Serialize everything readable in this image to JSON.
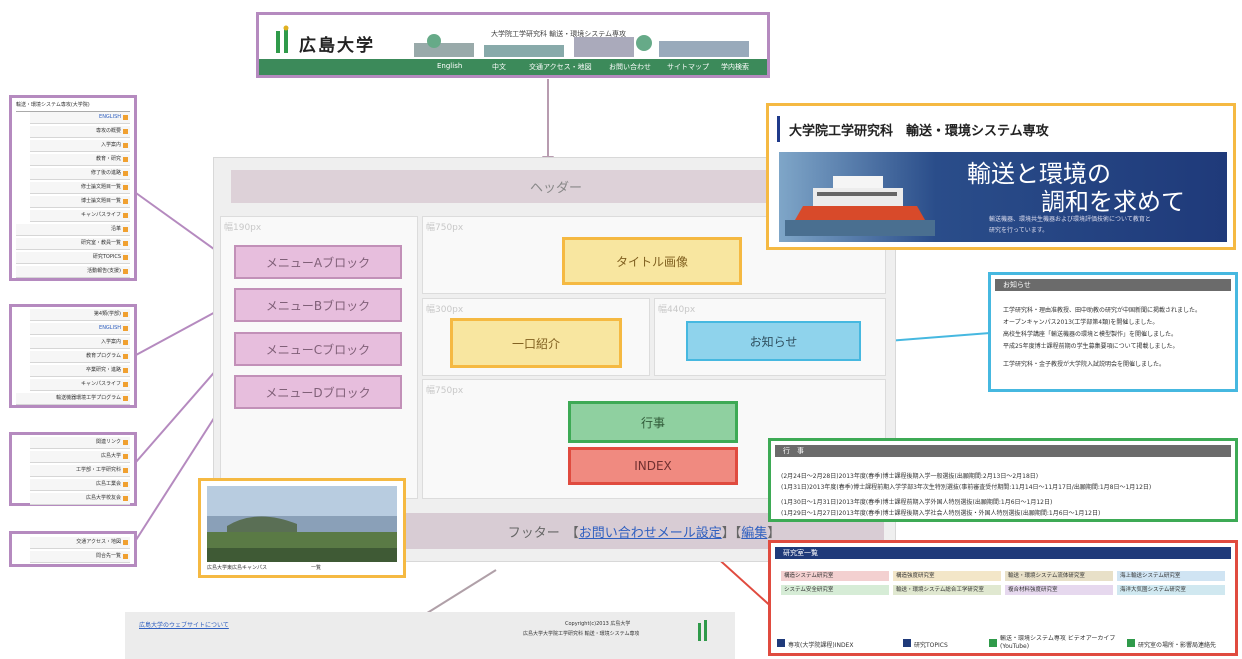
{
  "header_shot": {
    "university": "広島大学",
    "department": "大学院工学研究科 輸送・環境システム専攻",
    "nav": [
      "English",
      "中文",
      "交通アクセス・地図",
      "お問い合わせ",
      "サイトマップ",
      "学内検索"
    ]
  },
  "wireframe": {
    "header": "ヘッダー",
    "widths": {
      "left": "幅190px",
      "title": "幅750px",
      "intro": "幅300px",
      "news": "幅440px",
      "bottom": "幅750px"
    },
    "menus": [
      "メニューAブロック",
      "メニューBブロック",
      "メニューCブロック",
      "メニューDブロック"
    ],
    "title_image": "タイトル画像",
    "intro": "一口紹介",
    "news": "お知らせ",
    "events": "行事",
    "index": "INDEX",
    "footer_prefix": "フッター",
    "footer_link1": "お問い合わせメール設定",
    "footer_link2": "編集",
    "footer_bracket_open": "【",
    "footer_bracket_mid": "】【",
    "footer_bracket_close": "】"
  },
  "menu_a": {
    "title": "輸送・環境システム専攻(大学院)",
    "items": [
      "ENGLISH",
      "専攻の概要",
      "入学案内",
      "教育・研究",
      "修了後の進路",
      "修士論文題目一覧",
      "博士論文題目一覧",
      "キャンパスライフ",
      "沿革",
      "研究室・教員一覧",
      "研究TOPICS",
      "活動報告(支援)"
    ]
  },
  "menu_b": {
    "title": "第4類(学部)",
    "items": [
      "ENGLISH",
      "入学案内",
      "教育プログラム",
      "卒業研究・進路",
      "キャンパスライフ",
      "輸送機器環境工学プログラム"
    ]
  },
  "menu_c": {
    "title": "関連リンク",
    "items": [
      "広島大学",
      "工学部・工学研究科",
      "広島工業会",
      "広島大学校友会"
    ]
  },
  "menu_d": {
    "items": [
      "交通アクセス・地図",
      "問合先一覧"
    ]
  },
  "title_shot": {
    "heading": "大学院工学研究科　輸送・環境システム専攻",
    "catch1": "輸送と環境の",
    "catch2": "調和を求めて",
    "sub1": "輸送機器、環境共生機器および環境評価技術について教育と",
    "sub2": "研究を行っています。"
  },
  "photo_shot": {
    "caption": "広島大学東広島キャンパス",
    "link": "一覧"
  },
  "news_shot": {
    "title": "お知らせ",
    "items": [
      "工学研究科・理由准教授、田中助教の研究が中国新聞に掲載されました。",
      "オープンキャンパス2013(工学部第4類)を開催しました。",
      "高校生科学講座「輸送機器の環境と模型製作」を開催しました。",
      "平成25年度博士課程前期の学生募集要項について掲載しました。",
      "工学研究科・金子教授が大学院入試説明会を開催しました。"
    ]
  },
  "events_shot": {
    "title": "行　事",
    "items": [
      "(2月24日〜2月28日)2013年度(春季)博士課程後期入学一般選抜(出願期間:2月13日〜2月18日)",
      "(1月31日)2013年度(春季)博士課程前期入学学部3年次生特別選抜(事前審査受付期間:11月14日〜11月17日/出願期間:1月8日〜1月12日)",
      "(1月30日〜1月31日)2013年度(春季)博士課程前期入学外国人特別選抜(出願期間:1月6日〜1月12日)",
      "(1月29日〜1月27日)2013年度(春季)博士課程後期入学社会人特別選抜・外国人特別選抜(出願期間:1月6日〜1月12日)"
    ]
  },
  "index_shot": {
    "title": "研究室一覧",
    "labs": [
      "構造システム研究室",
      "構造強度研究室",
      "輸送・環境システム流体研究室",
      "海上輸送システム研究室",
      "システム安全研究室",
      "輸送・環境システム総合工学研究室",
      "複合材料強度研究室",
      "海洋大気圏システム研究室"
    ],
    "links": [
      "専攻(大学院課程)INDEX",
      "研究TOPICS",
      "輸送・環境システム専攻 ビデオアーカイブ(YouTube)",
      "研究室の場所・影響局連絡先"
    ]
  },
  "footer_shot": {
    "left": "広島大学のウェブサイトについて",
    "right1": "Copyright(c)2013 広島大学",
    "right2": "広島大学大学院工学研究科 輸送・環境システム専攻"
  },
  "colors": {
    "purple": "#b58abf",
    "orange": "#f5b942",
    "cyan": "#46b8e0",
    "green": "#3daa55",
    "red": "#e04b3f",
    "gray": "#999999"
  }
}
